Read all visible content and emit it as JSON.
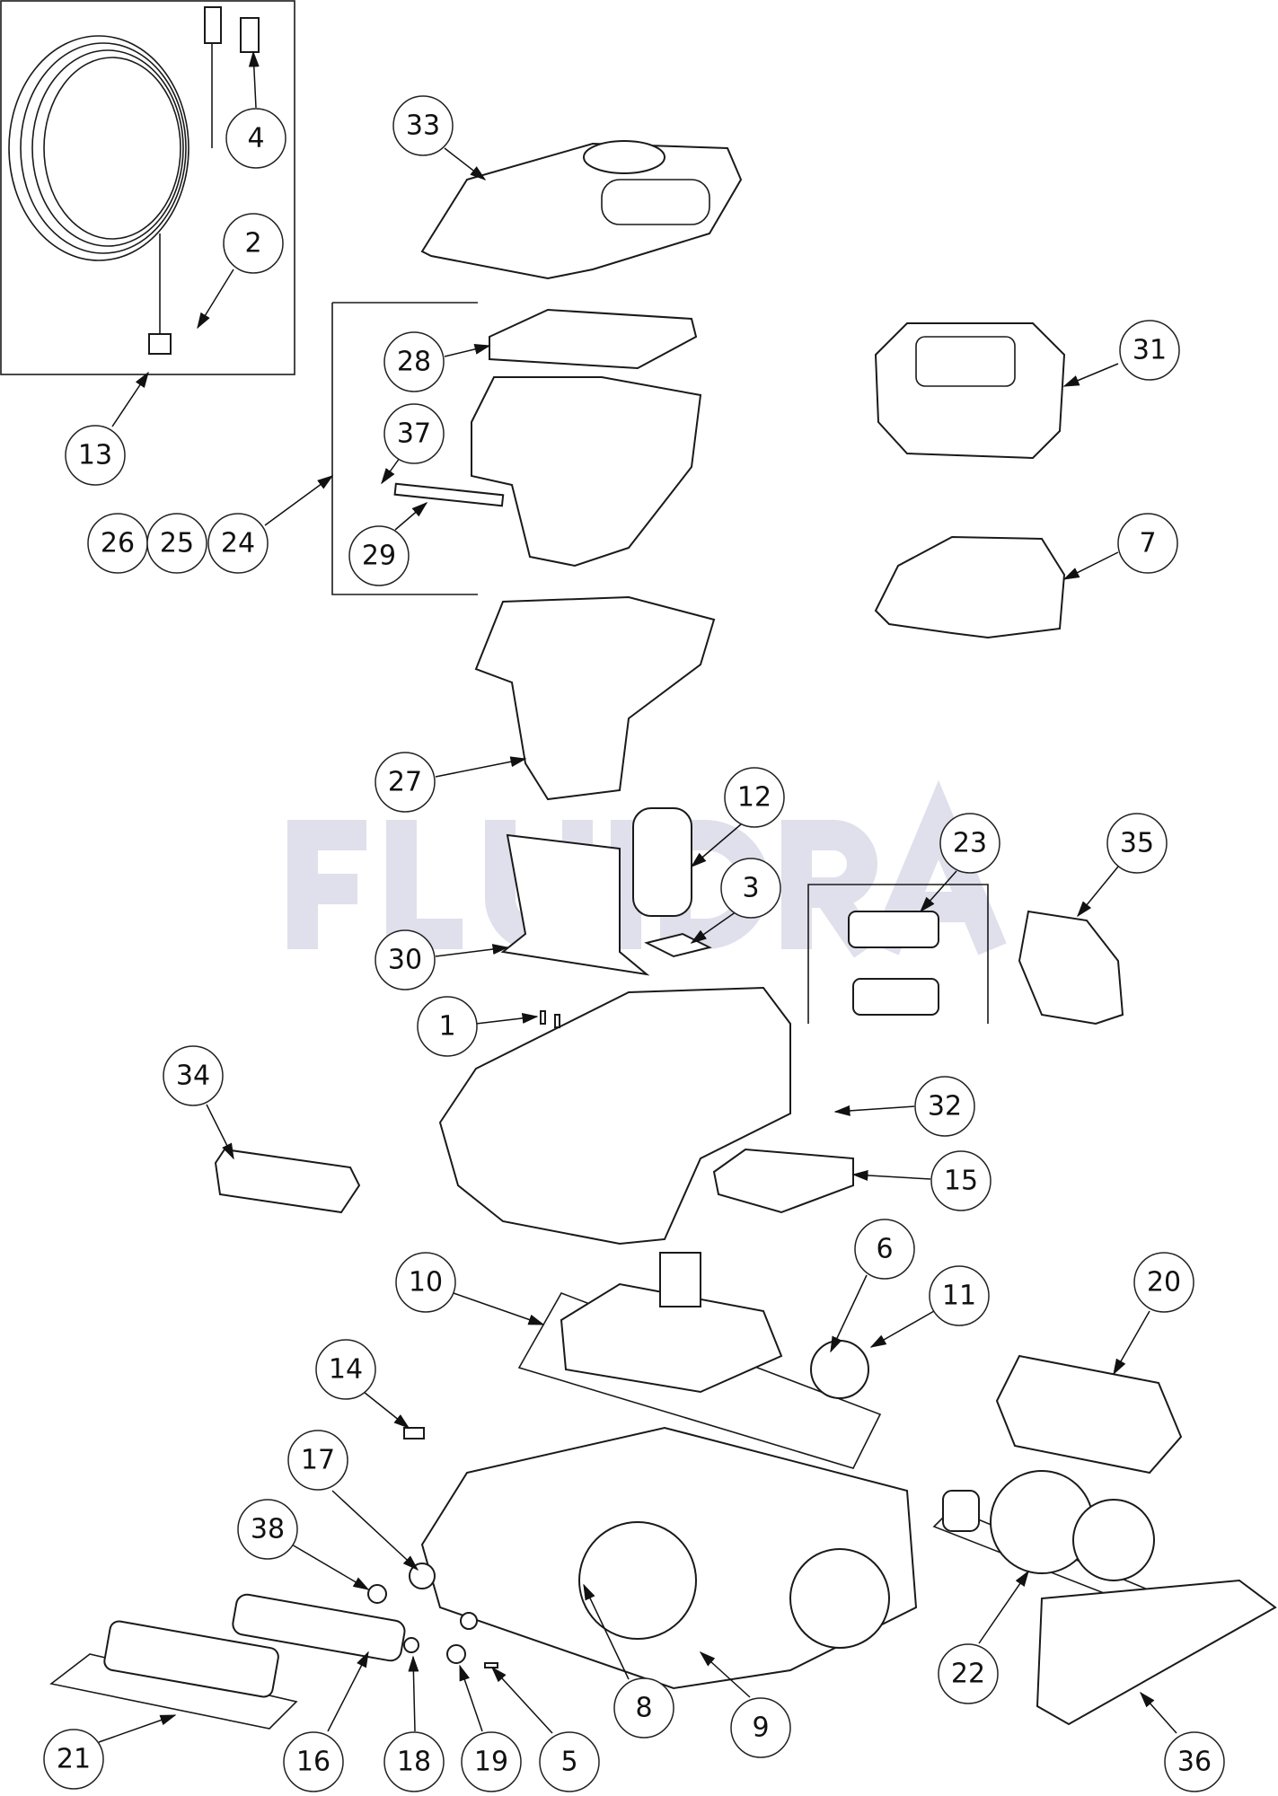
{
  "watermark": "FLUIDRA",
  "callouts": {
    "c1": "1",
    "c2": "2",
    "c3": "3",
    "c4": "4",
    "c5": "5",
    "c6": "6",
    "c7": "7",
    "c8": "8",
    "c9": "9",
    "c10": "10",
    "c11": "11",
    "c12": "12",
    "c13": "13",
    "c14": "14",
    "c15": "15",
    "c16": "16",
    "c17": "17",
    "c18": "18",
    "c19": "19",
    "c20": "20",
    "c21": "21",
    "c22": "22",
    "c23": "23",
    "c24": "24",
    "c25": "25",
    "c26": "26",
    "c27": "27",
    "c28": "28",
    "c29": "29",
    "c30": "30",
    "c31": "31",
    "c32": "32",
    "c33": "33",
    "c34": "34",
    "c35": "35",
    "c36": "36",
    "c37": "37",
    "c38": "38"
  },
  "colors": {
    "line": "#1a1a1a",
    "watermark": "#dfe0ec"
  }
}
